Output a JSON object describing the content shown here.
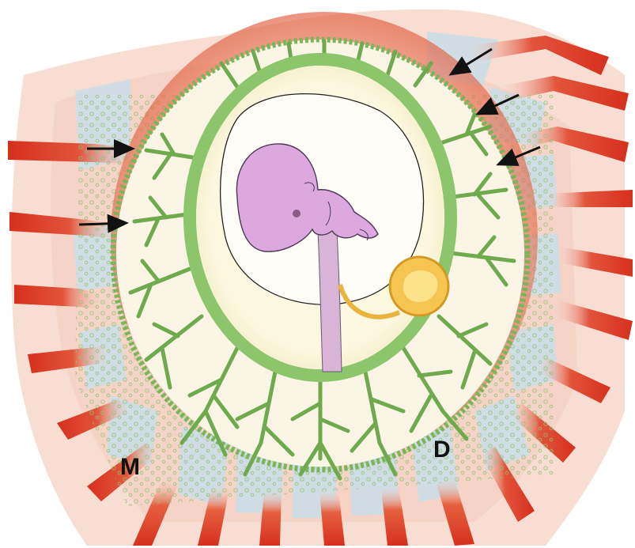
{
  "labels": {
    "left": "M",
    "right": "D"
  },
  "colors": {
    "artery": "#d6301e",
    "uterine_tissue": "#f5d3c7",
    "septa": "#c9d8e2",
    "villi": "#6faa4f",
    "chorion": "#8cc56c",
    "cavity": "#fbf4d8",
    "amnion": "#fffdf6",
    "embryo": "#d8a7da",
    "yolk_sac": "#e9b43d",
    "arrow": "#111111"
  },
  "arrow_count": 5,
  "icons": [
    "spiral-artery",
    "placental-septum",
    "chorionic-villus",
    "embryo",
    "yolk-sac",
    "umbilical-stalk",
    "arrow"
  ]
}
